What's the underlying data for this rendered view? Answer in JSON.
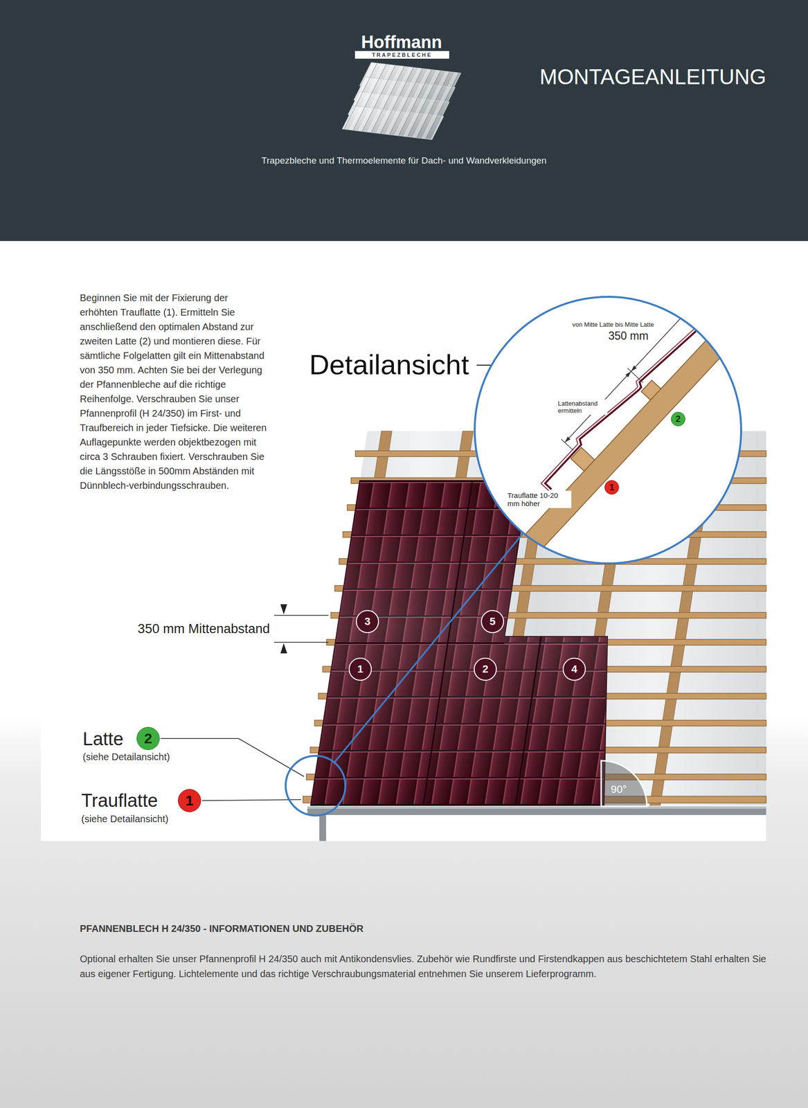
{
  "diagram": {
    "nodes": [
      {
        "text": [
          "Hoffmann",
          "TRAPEZBLECHE",
          "MONTAGEANLEITUNG",
          "Trapezbleche und Thermoelemente für Dach- und Wandverkleidungen"
        ]
      },
      {
        "text": [
          "von Mitte Latte bis Mitte Latte",
          "350 mm",
          "Lattenabstand ermitteln",
          "Trauflatte 10-20 mm höher"
        ]
      },
      {
        "text": [
          "2"
        ],
        "in": 1
      },
      {
        "text": [
          "1"
        ],
        "in": 1
      },
      {
        "text": [
          "3"
        ]
      },
      {
        "text": [
          "5"
        ]
      },
      {
        "text": [
          "1"
        ]
      },
      {
        "text": [
          "2"
        ]
      },
      {
        "text": [
          "4"
        ]
      },
      {
        "text": [
          "2"
        ]
      },
      {
        "text": [
          "1"
        ]
      }
    ],
    "labels": [
      "Beginnen Sie mit der Fixierung der erhöhten Trauflatte (1). Ermitteln Sie anschließend den optimalen Abstand zur zweiten Latte (2) und montieren diese. Für sämtliche Folgelatten gilt ein Mittenabstand von 350 mm. Achten Sie bei der Verlegung der Pfannenbleche auf die richtige Reihenfolge. Verschrauben Sie unser Pfannenprofil (H 24/350) im First- und Traufbereich in jeder Tiefsicke. Die weiteren Auflagepunkte werden objektbezogen mit circa 3 Schrauben fixiert. Verschrauben Sie die Längsstöße in 500mm Abständen mit Dünnblech-verbindungsschrauben.",
      "Detailansicht",
      "350 mm Mittenabstand",
      "Latte",
      "(siehe Detailansicht)",
      "Trauflatte",
      "(siehe Detailansicht)",
      "90°",
      "PFANNENBLECH H 24/350 - INFORMATIONEN UND ZUBEHÖR",
      "Optional erhalten Sie unser Pfannenprofil H 24/350 auch mit Antikondensvlies. Zubehör wie Rundfirste und Firstendkappen aus beschichtetem Stahl erhalten Sie aus eigener Fertigung. Lichtelemente und das richtige Verschraubungsmaterial entnehmen Sie unserem Lieferprogramm."
    ]
  }
}
